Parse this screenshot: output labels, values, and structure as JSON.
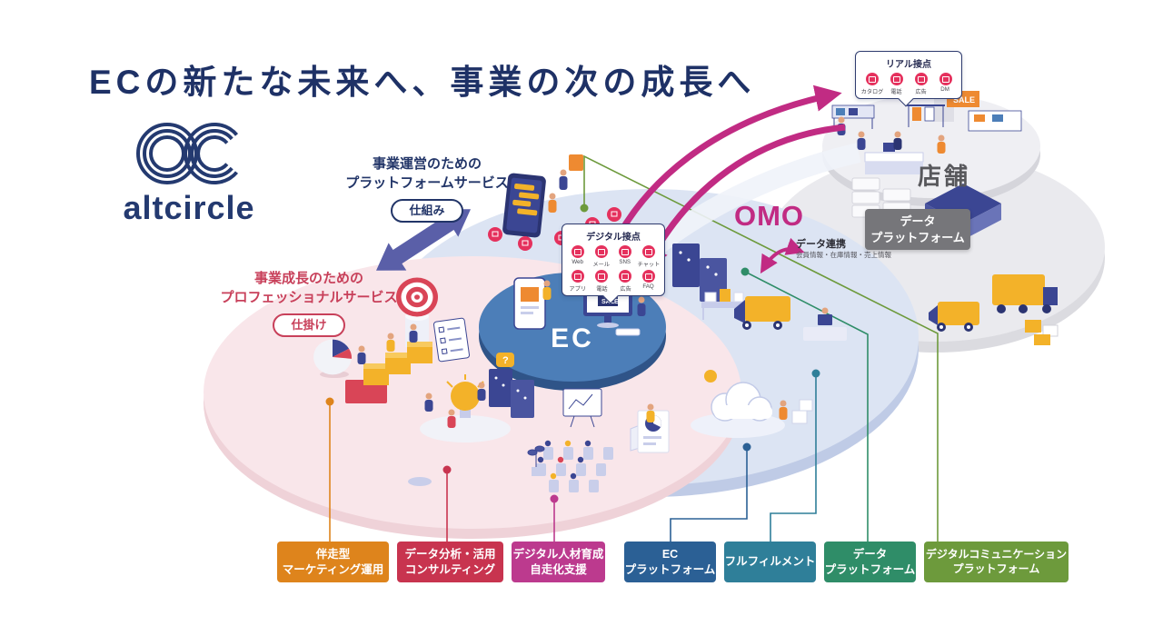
{
  "title": "ECの新たな未来へ、事業の次の成長へ",
  "logo": {
    "wordmark": "altcircle"
  },
  "services": {
    "platform": {
      "line1": "事業運営のための",
      "line2": "プラットフォームサービス",
      "badge": "仕組み"
    },
    "professional": {
      "line1": "事業成長のための",
      "line2": "プロフェッショナルサービス",
      "badge": "仕掛け"
    }
  },
  "labels": {
    "ec": "EC",
    "omo": "OMO",
    "store": "店舗"
  },
  "digital_touchpoints": {
    "title": "デジタル接点",
    "items": [
      "Web",
      "メール",
      "SNS",
      "チャット",
      "アプリ",
      "電話",
      "広告",
      "FAQ"
    ]
  },
  "real_touchpoints": {
    "title": "リアル接点",
    "items": [
      "カタログ",
      "電話",
      "広告",
      "DM"
    ]
  },
  "data_platform_box": {
    "line1": "データ",
    "line2": "プラットフォーム"
  },
  "data_linkage": {
    "title": "データ連携",
    "subtitle": "会員情報・在庫情報・売上情報"
  },
  "store_scene": {
    "sale_sign": "SALE",
    "sale_tag": "SALE",
    "question_bubble": "?"
  },
  "bottom_labels": [
    {
      "id": "marketing-ops",
      "lines": [
        "伴走型",
        "マーケティング運用"
      ],
      "color": "#DE841C"
    },
    {
      "id": "data-consulting",
      "lines": [
        "データ分析・活用",
        "コンサルティング"
      ],
      "color": "#C8344F"
    },
    {
      "id": "talent-development",
      "lines": [
        "デジタル人材育成",
        "自走化支援"
      ],
      "color": "#BC3A8E"
    },
    {
      "id": "ec-platform",
      "lines": [
        "EC",
        "プラットフォーム"
      ],
      "color": "#2B6095"
    },
    {
      "id": "fulfillment",
      "lines": [
        "フルフィルメント"
      ],
      "color": "#2F7F99"
    },
    {
      "id": "data-platform",
      "lines": [
        "データ",
        "プラットフォーム"
      ],
      "color": "#2F8D68"
    },
    {
      "id": "digital-communication",
      "lines": [
        "デジタルコミュニケーション",
        "プラットフォーム"
      ],
      "color": "#6D9A3C"
    }
  ],
  "colors": {
    "navy": "#1E3166",
    "magenta": "#C12B83",
    "indigo_arrow": "#5A5FA8",
    "icon_red": "#E5315D"
  }
}
